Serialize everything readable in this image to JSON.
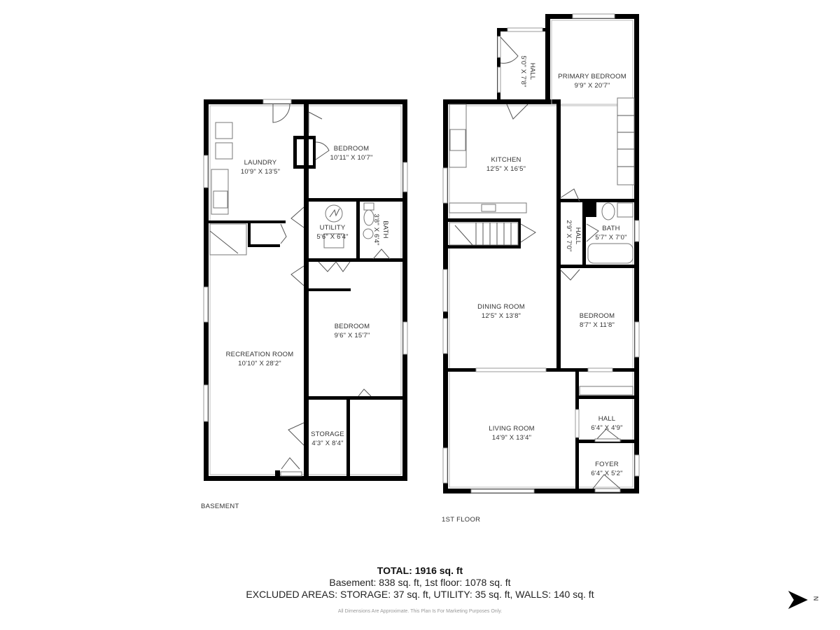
{
  "floors": {
    "basement": {
      "name": "BASEMENT",
      "rooms": [
        {
          "name": "LAUNDRY",
          "dims": "10'9\" X 13'5\""
        },
        {
          "name": "BEDROOM",
          "dims": "10'11\" X 10'7\""
        },
        {
          "name": "UTILITY",
          "dims": "5'6\" X 6'4\""
        },
        {
          "name": "BATH",
          "dims": "3'8\" X 6'4\""
        },
        {
          "name": "RECREATION ROOM",
          "dims": "10'10\" X 28'2\""
        },
        {
          "name": "BEDROOM",
          "dims": "9'6\" X 15'7\""
        },
        {
          "name": "STORAGE",
          "dims": "4'3\" X 8'4\""
        }
      ]
    },
    "first": {
      "name": "1ST FLOOR",
      "rooms": [
        {
          "name": "HALL",
          "dims": "5'0\" X 7'8\""
        },
        {
          "name": "PRIMARY BEDROOM",
          "dims": "9'9\" X 20'7\""
        },
        {
          "name": "KITCHEN",
          "dims": "12'5\" X 16'5\""
        },
        {
          "name": "HALL",
          "dims": "2'9\" X 7'0\""
        },
        {
          "name": "BATH",
          "dims": "5'7\" X 7'0\""
        },
        {
          "name": "DINING ROOM",
          "dims": "12'5\" X 13'8\""
        },
        {
          "name": "BEDROOM",
          "dims": "8'7\" X 11'8\""
        },
        {
          "name": "LIVING ROOM",
          "dims": "14'9\" X 13'4\""
        },
        {
          "name": "HALL",
          "dims": "6'4\" X 4'9\""
        },
        {
          "name": "FOYER",
          "dims": "6'4\" X 5'2\""
        }
      ]
    }
  },
  "summary": {
    "total": "TOTAL: 1916 sq. ft",
    "breakdown": "Basement: 838 sq. ft, 1st floor: 1078 sq. ft",
    "excluded": "EXCLUDED AREAS: STORAGE: 37 sq. ft, UTILITY: 35 sq. ft, WALLS: 140 sq. ft",
    "disclaimer": "All Dimensions Are Approximate. This Plan Is For Marketing Purposes Only."
  },
  "compass": {
    "icon": "north-arrow-icon",
    "label": "N"
  },
  "colors": {
    "wall": "#000000",
    "background": "#ffffff",
    "text": "#333333"
  }
}
